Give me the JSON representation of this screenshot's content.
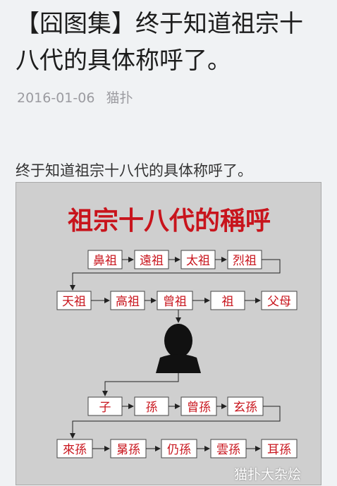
{
  "article": {
    "title": "【囧图集】终于知道祖宗十八代的具体称呼了。",
    "date": "2016-01-06",
    "author": "猫扑",
    "lead": "终于知道祖宗十八代的具体称呼了。"
  },
  "chart": {
    "heading": "祖宗十八代的稱呼",
    "row1": [
      "鼻祖",
      "遠祖",
      "太祖",
      "烈祖"
    ],
    "row2": [
      "天祖",
      "高祖",
      "曾祖",
      "祖",
      "父母"
    ],
    "row3": [
      "子",
      "孫",
      "曾孫",
      "玄孫"
    ],
    "row4": [
      "來孫",
      "晜孫",
      "仍孫",
      "雲孫",
      "耳孫"
    ]
  },
  "watermark": "猫扑大杂烩"
}
